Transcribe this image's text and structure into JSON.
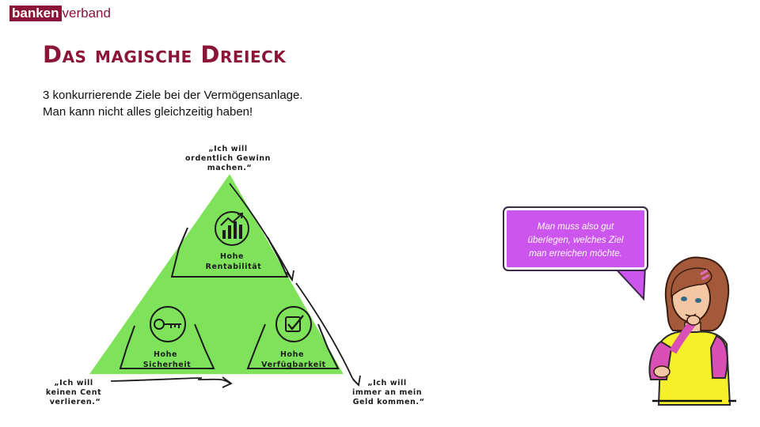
{
  "logo": {
    "part1": "banken",
    "part2": "verband"
  },
  "title": "Das magische Dreieck",
  "subtitle": {
    "line1": "3 konkurrierende Ziele bei der Vermögensanlage.",
    "line2": "Man kann nicht alles gleichzeitig haben!"
  },
  "triangle": {
    "top_quote": [
      "„Ich will",
      "ordentlich Gewinn",
      "machen.“"
    ],
    "left_quote": [
      "„Ich will",
      "keinen Cent",
      "verlieren.“"
    ],
    "right_quote": [
      "„Ich will",
      "immer an mein",
      "Geld kommen.“"
    ],
    "top_label": [
      "Hohe",
      "Rentabilität"
    ],
    "left_label": [
      "Hohe",
      "Sicherheit"
    ],
    "right_label": [
      "Hohe",
      "Verfügbarkeit"
    ]
  },
  "speech_bubble": {
    "line1": "Man muss also gut",
    "line2": "überlegen, welches Ziel",
    "line3": "man erreichen möchte."
  },
  "colors": {
    "brand": "#8a1538",
    "triangle_green": "#7ee35a",
    "bubble": "#cc55ee",
    "shirt": "#f5f02a"
  }
}
